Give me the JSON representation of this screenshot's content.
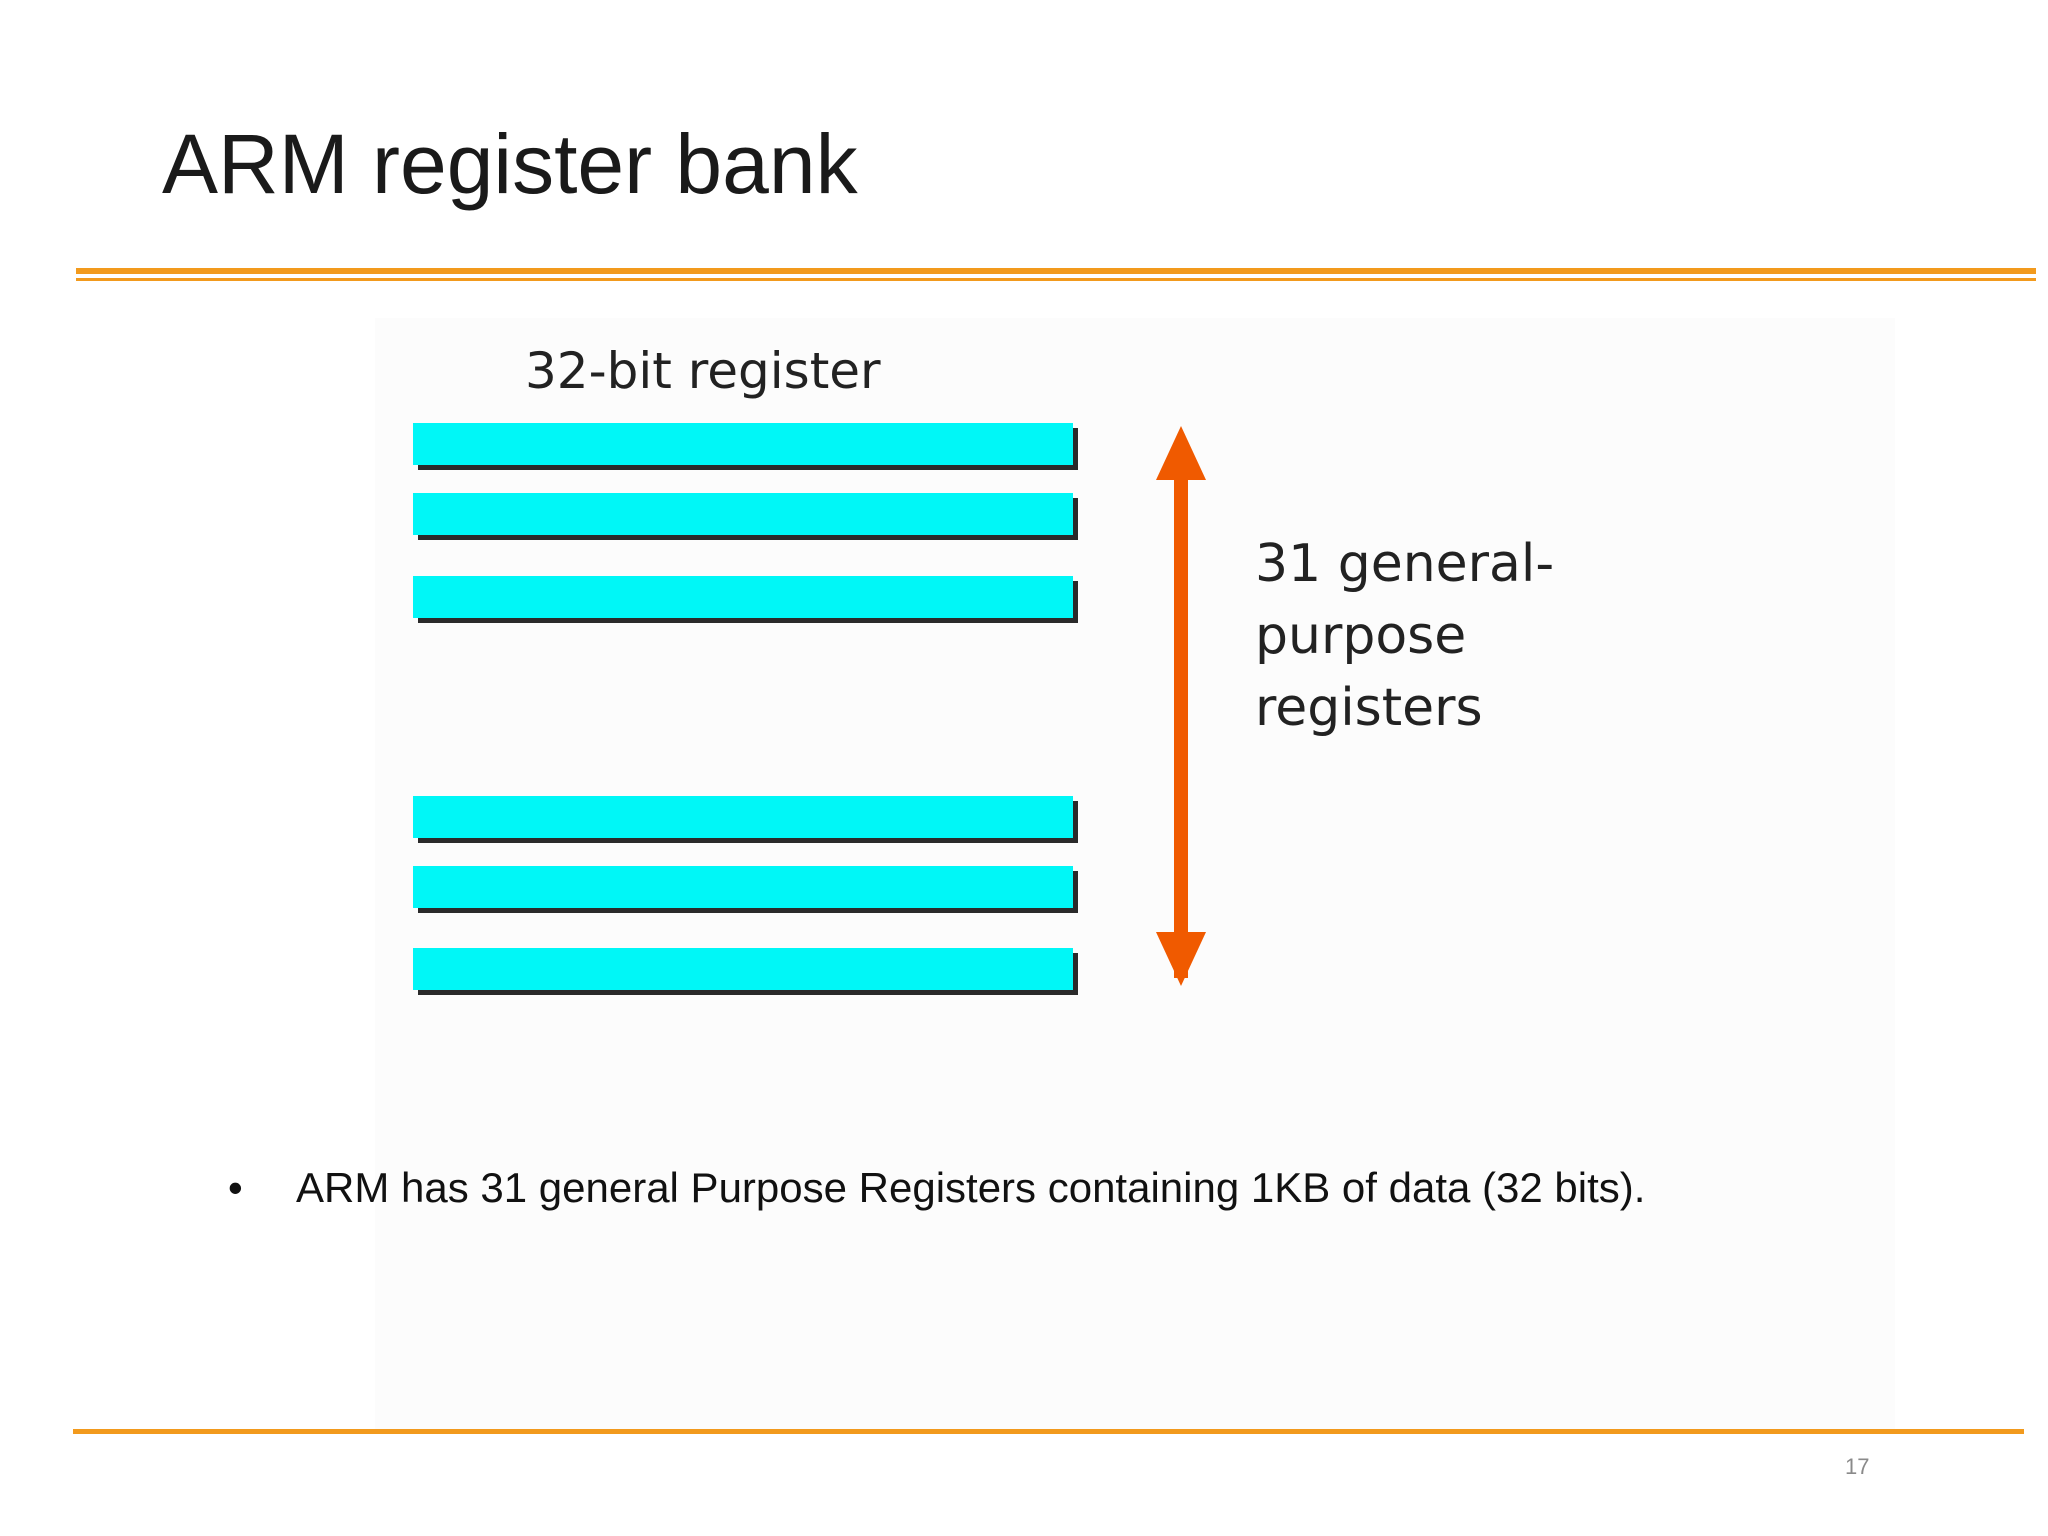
{
  "slide": {
    "title": "ARM register bank",
    "page_number": "17"
  },
  "diagram": {
    "register_header": "32-bit register",
    "register_count_shown": 6,
    "bank_label_line1": "31 general-purpose",
    "bank_label_line2": "registers",
    "colors": {
      "register_fill": "#00f7f7",
      "register_shadow": "#2a2a2a",
      "arrow": "#f05a00"
    }
  },
  "bullets": [
    {
      "text": "ARM has 31 general Purpose Registers containing 1KB of data (32 bits)."
    }
  ],
  "theme": {
    "accent_rule_color": "#f29a1d"
  }
}
